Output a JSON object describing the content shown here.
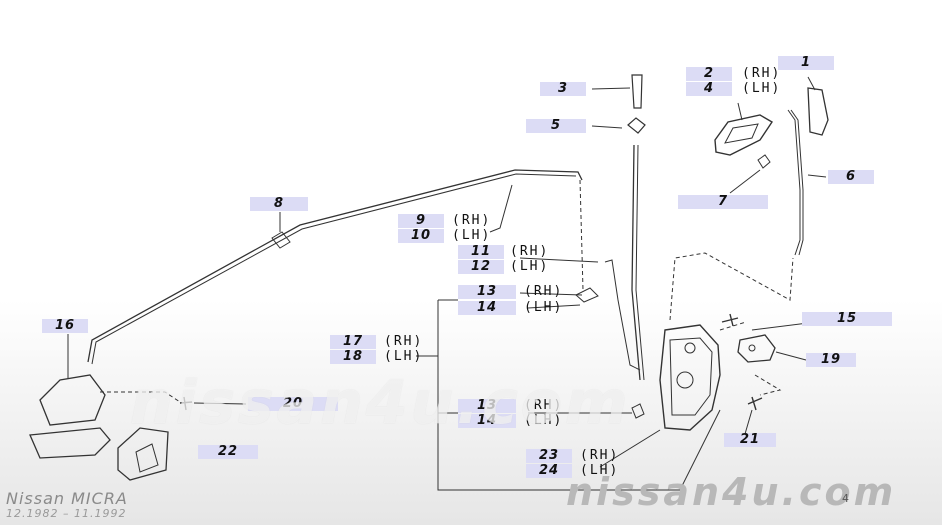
{
  "title": "Nissan MICRA",
  "dates": "12.1982 – 11.1992",
  "watermark": "nissan4u.com",
  "page_mark": "4",
  "callouts": [
    {
      "id": "c1",
      "num": "1"
    },
    {
      "id": "c2",
      "num": "2",
      "side": "(RH)"
    },
    {
      "id": "c3",
      "num": "3"
    },
    {
      "id": "c4",
      "num": "4",
      "side": "(LH)"
    },
    {
      "id": "c5",
      "num": "5"
    },
    {
      "id": "c6",
      "num": "6"
    },
    {
      "id": "c7",
      "num": "7"
    },
    {
      "id": "c8",
      "num": "8"
    },
    {
      "id": "c9",
      "num": "9",
      "side": "(RH)"
    },
    {
      "id": "c10",
      "num": "10",
      "side": "(LH)"
    },
    {
      "id": "c11",
      "num": "11",
      "side": "(RH)"
    },
    {
      "id": "c12",
      "num": "12",
      "side": "(LH)"
    },
    {
      "id": "c13a",
      "num": "13",
      "side": "(RH)"
    },
    {
      "id": "c14a",
      "num": "14",
      "side": "(LH)"
    },
    {
      "id": "c15",
      "num": "15"
    },
    {
      "id": "c16",
      "num": "16"
    },
    {
      "id": "c17",
      "num": "17",
      "side": "(RH)"
    },
    {
      "id": "c18",
      "num": "18",
      "side": "(LH)"
    },
    {
      "id": "c19",
      "num": "19"
    },
    {
      "id": "c13b",
      "num": "13",
      "side": "(RH)"
    },
    {
      "id": "c14b",
      "num": "14",
      "side": "(LH)"
    },
    {
      "id": "c20",
      "num": "20"
    },
    {
      "id": "c21",
      "num": "21"
    },
    {
      "id": "c22",
      "num": "22"
    },
    {
      "id": "c23",
      "num": "23",
      "side": "(RH)"
    },
    {
      "id": "c24",
      "num": "24",
      "side": "(LH)"
    }
  ]
}
